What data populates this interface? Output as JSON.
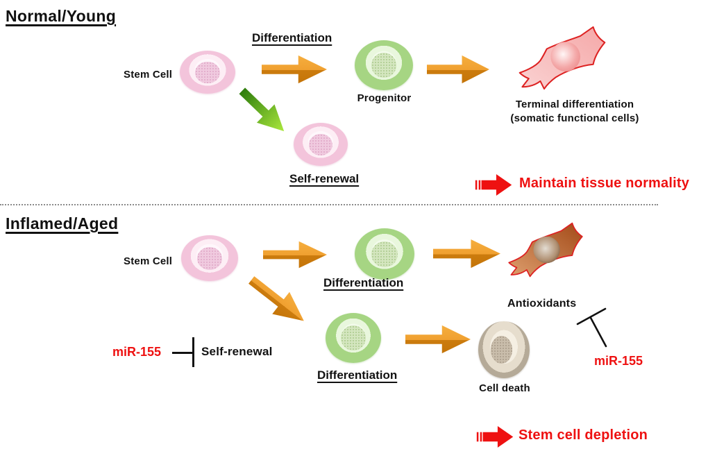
{
  "colors": {
    "accent_red": "#ee1111",
    "arrow_orange": "#f0a030",
    "arrow_orange_dark": "#cc7c0e",
    "arrow_green_dark": "#2e7d0c",
    "arrow_green_light": "#abe83e",
    "ink": "#111111"
  },
  "sections": {
    "normal_young": {
      "heading": "Normal/Young",
      "stem_cell": "Stem Cell",
      "differentiation": "Differentiation",
      "progenitor": "Progenitor",
      "terminal_line1": "Terminal differentiation",
      "terminal_line2": "(somatic functional cells)",
      "self_renewal": "Self-renewal",
      "outcome": "Maintain tissue normality"
    },
    "inflamed_aged": {
      "heading": "Inflamed/Aged",
      "stem_cell": "Stem Cell",
      "differentiation_upper": "Differentiation",
      "differentiation_lower": "Differentiation",
      "antioxidants": "Antioxidants",
      "mir155_self_renewal": {
        "inhibitor": "miR-155",
        "target": "Self-renewal"
      },
      "mir155_antioxidants": {
        "inhibitor": "miR-155"
      },
      "cell_death": "Cell death",
      "outcome": "Stem cell depletion"
    }
  }
}
